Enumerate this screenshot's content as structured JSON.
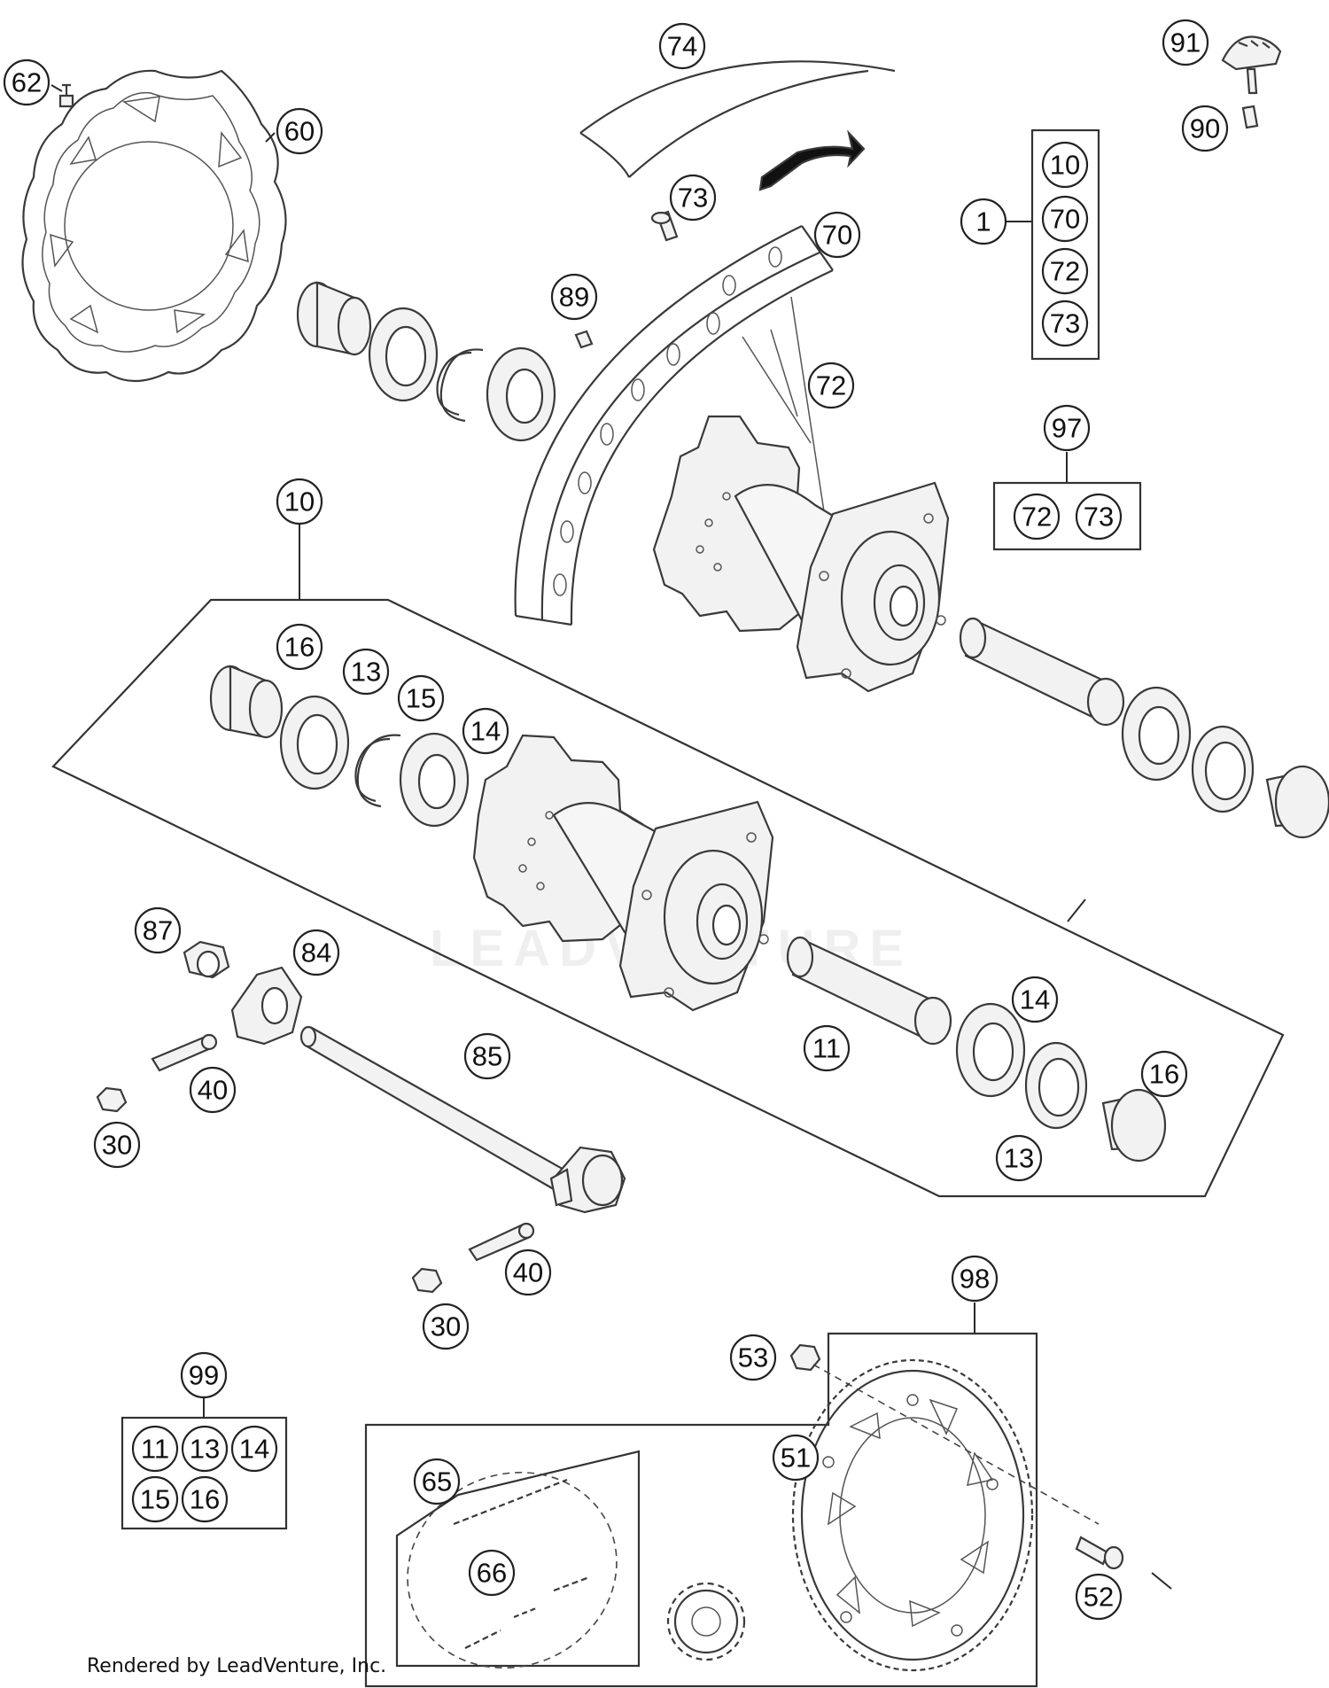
{
  "credit": "Rendered by LeadVenture, Inc.",
  "watermark": "LEADVENTURE",
  "colors": {
    "line": "#3a3a3a",
    "background": "#ffffff"
  },
  "callouts": [
    {
      "id": "c62",
      "label": "62"
    },
    {
      "id": "c60",
      "label": "60"
    },
    {
      "id": "c74",
      "label": "74"
    },
    {
      "id": "c73a",
      "label": "73"
    },
    {
      "id": "c70",
      "label": "70"
    },
    {
      "id": "c89",
      "label": "89"
    },
    {
      "id": "c72",
      "label": "72"
    },
    {
      "id": "c91",
      "label": "91"
    },
    {
      "id": "c90",
      "label": "90"
    },
    {
      "id": "c1",
      "label": "1"
    },
    {
      "id": "c1b10",
      "label": "10"
    },
    {
      "id": "c1b70",
      "label": "70"
    },
    {
      "id": "c1b72",
      "label": "72"
    },
    {
      "id": "c1b73",
      "label": "73"
    },
    {
      "id": "c97",
      "label": "97"
    },
    {
      "id": "c97b72",
      "label": "72"
    },
    {
      "id": "c97b73",
      "label": "73"
    },
    {
      "id": "c10",
      "label": "10"
    },
    {
      "id": "c16a",
      "label": "16"
    },
    {
      "id": "c13a",
      "label": "13"
    },
    {
      "id": "c15",
      "label": "15"
    },
    {
      "id": "c14a",
      "label": "14"
    },
    {
      "id": "c87",
      "label": "87"
    },
    {
      "id": "c84",
      "label": "84"
    },
    {
      "id": "c40a",
      "label": "40"
    },
    {
      "id": "c30a",
      "label": "30"
    },
    {
      "id": "c85",
      "label": "85"
    },
    {
      "id": "c11",
      "label": "11"
    },
    {
      "id": "c14b",
      "label": "14"
    },
    {
      "id": "c16b",
      "label": "16"
    },
    {
      "id": "c13b",
      "label": "13"
    },
    {
      "id": "c40b",
      "label": "40"
    },
    {
      "id": "c30b",
      "label": "30"
    },
    {
      "id": "c98",
      "label": "98"
    },
    {
      "id": "c53",
      "label": "53"
    },
    {
      "id": "c51",
      "label": "51"
    },
    {
      "id": "c99",
      "label": "99"
    },
    {
      "id": "c99b11",
      "label": "11"
    },
    {
      "id": "c99b13",
      "label": "13"
    },
    {
      "id": "c99b14",
      "label": "14"
    },
    {
      "id": "c99b15",
      "label": "15"
    },
    {
      "id": "c99b16",
      "label": "16"
    },
    {
      "id": "c65",
      "label": "65"
    },
    {
      "id": "c66",
      "label": "66"
    },
    {
      "id": "c52",
      "label": "52"
    }
  ]
}
